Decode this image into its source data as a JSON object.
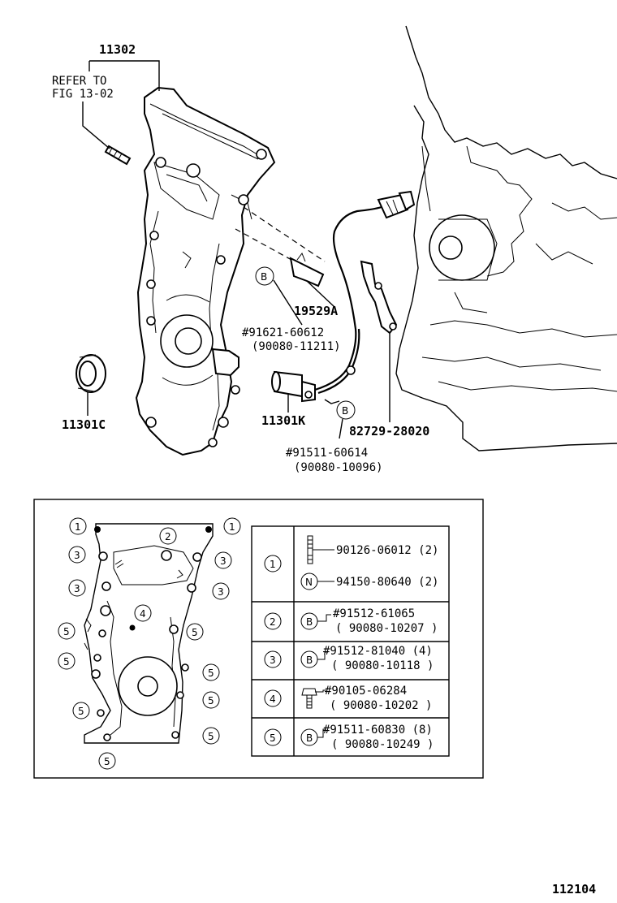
{
  "title": "",
  "page_number": "112104",
  "top_labels": {
    "cover": "11302",
    "refer_line1": "REFER TO",
    "refer_line2": "FIG 13-02",
    "plate": "19529A",
    "bolt_b1_a": "#91621-60612",
    "bolt_b1_b": "(90080-11211)",
    "seal": "11301C",
    "sensor": "11301K",
    "clamp": "82729-28020",
    "bolt_b2_a": "#91511-60614",
    "bolt_b2_b": "(90080-10096)",
    "b_marker": "B"
  },
  "legend": {
    "rows": [
      {
        "index": "1",
        "lines": [
          {
            "icon": "stud",
            "text": "90126-06012 (2)"
          },
          {
            "icon": "N",
            "text": "94150-80640 (2)"
          }
        ]
      },
      {
        "index": "2",
        "lines": [
          {
            "icon": "B",
            "text": "#91512-61065"
          },
          {
            "icon": "",
            "text": "( 90080-10207 )"
          }
        ]
      },
      {
        "index": "3",
        "lines": [
          {
            "icon": "B",
            "text": "#91512-81040 (4)"
          },
          {
            "icon": "",
            "text": "( 90080-10118 )"
          }
        ]
      },
      {
        "index": "4",
        "lines": [
          {
            "icon": "bolt",
            "text": "#90105-06284"
          },
          {
            "icon": "",
            "text": "( 90080-10202 )"
          }
        ]
      },
      {
        "index": "5",
        "lines": [
          {
            "icon": "B",
            "text": "#91511-60830 (8)"
          },
          {
            "icon": "",
            "text": "( 90080-10249 )"
          }
        ]
      }
    ]
  },
  "bolt_map_callouts": [
    "1",
    "1",
    "2",
    "3",
    "3",
    "3",
    "3",
    "4",
    "5",
    "5",
    "5",
    "5",
    "5",
    "5",
    "5"
  ]
}
